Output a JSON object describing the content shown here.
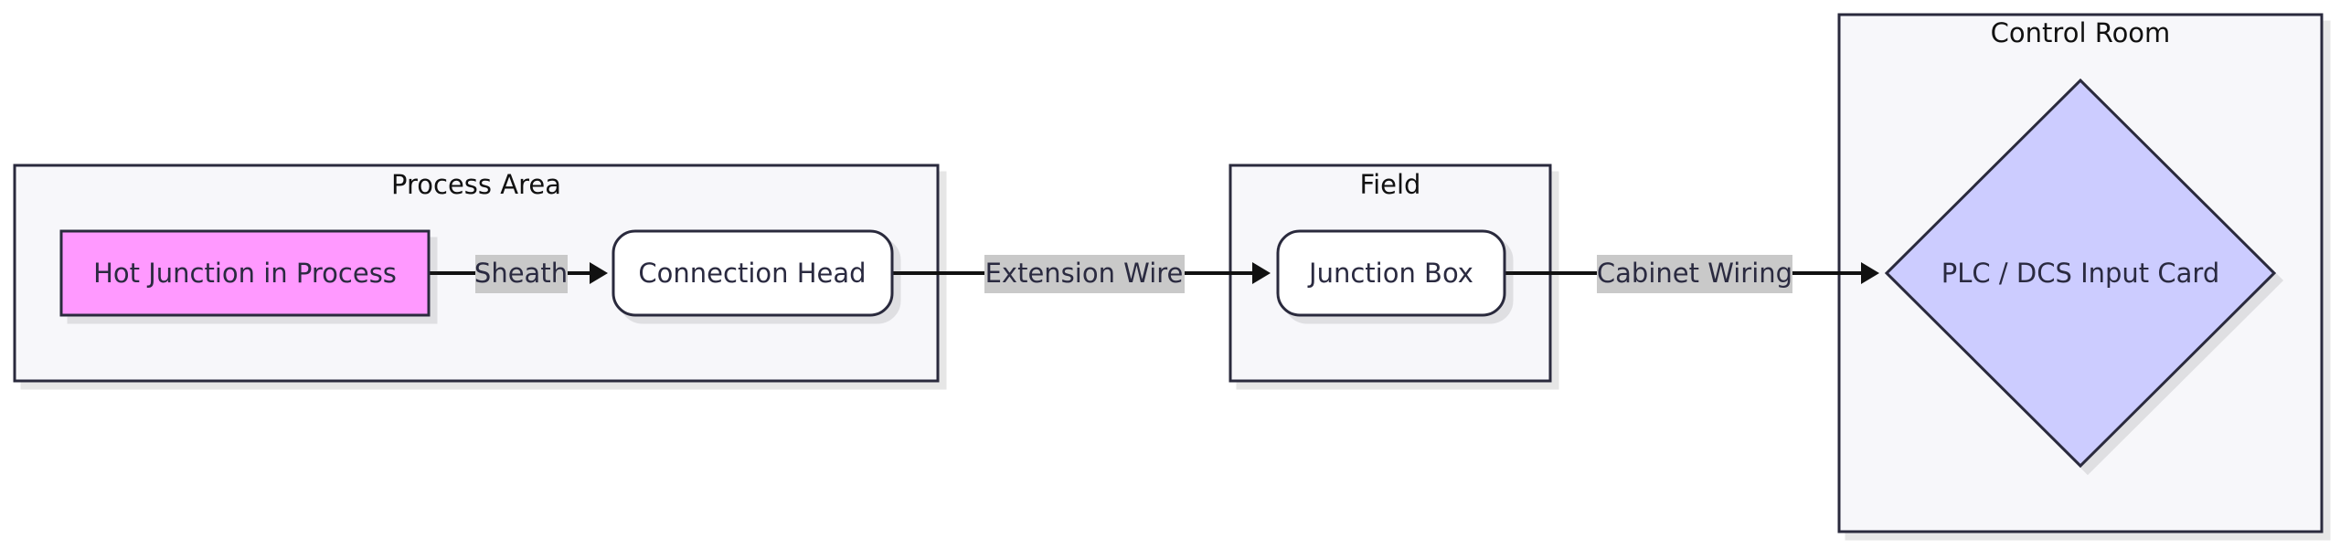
{
  "colors": {
    "cluster_fill": "#f7f7fa",
    "cluster_stroke": "#2b2b3d",
    "node_default_fill": "#ffffff",
    "node_highlight_fill": "#ff99ff",
    "node_decision_fill": "#ccccff",
    "edge_stroke": "#111111",
    "edge_label_bg": "#c9c9c9"
  },
  "clusters": {
    "process_area": {
      "label": "Process Area"
    },
    "field": {
      "label": "Field"
    },
    "control_room": {
      "label": "Control Room"
    }
  },
  "nodes": {
    "hot_junction": {
      "label": "Hot Junction in Process"
    },
    "connection_head": {
      "label": "Connection Head"
    },
    "junction_box": {
      "label": "Junction Box"
    },
    "input_card": {
      "label": "PLC / DCS Input Card"
    }
  },
  "edges": {
    "sheath": {
      "label": "Sheath"
    },
    "extension_wire": {
      "label": "Extension Wire"
    },
    "cabinet_wiring": {
      "label": "Cabinet Wiring"
    }
  }
}
